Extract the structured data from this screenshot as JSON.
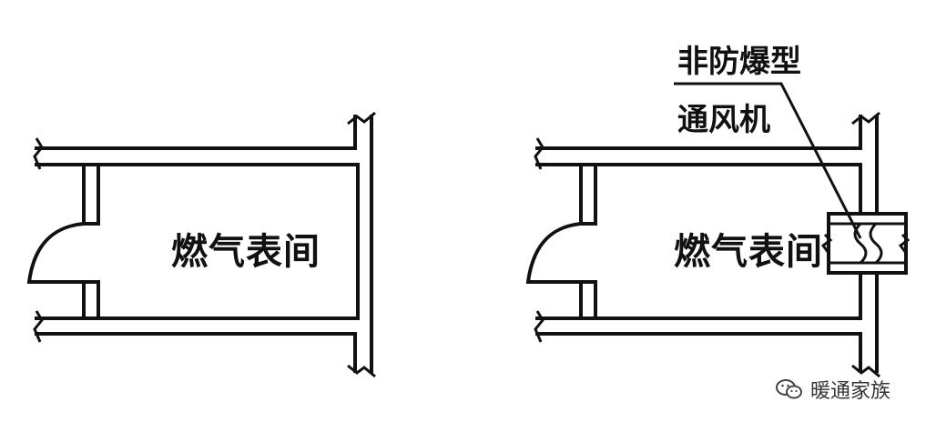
{
  "left_diagram": {
    "room_label": "燃气表间"
  },
  "right_diagram": {
    "room_label": "燃气表间",
    "fan_label_line1": "非防爆型",
    "fan_label_line2": "通风机"
  },
  "watermark": {
    "text": "暖通家族",
    "icon": "wechat-icon"
  },
  "colors": {
    "line": "#111111",
    "background": "#ffffff"
  }
}
